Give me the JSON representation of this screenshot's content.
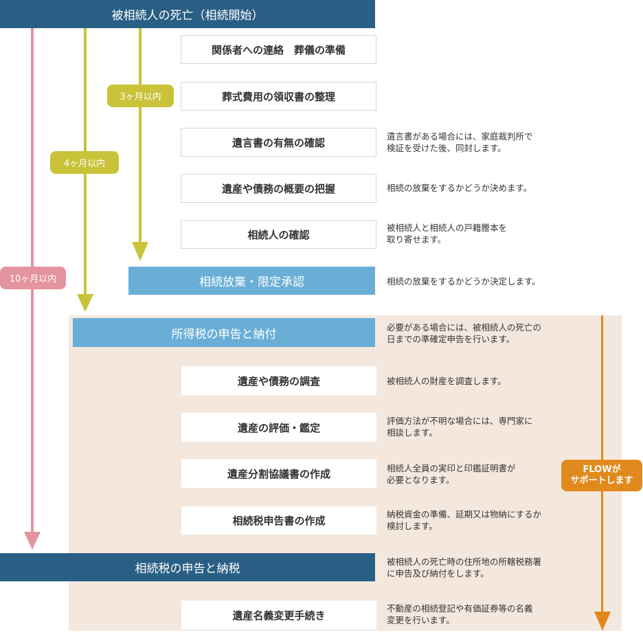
{
  "colors": {
    "dark_band": "#2a5f85",
    "light_band": "#6aaed6",
    "beige_area": "#f4e8de",
    "pink": "#e3949c",
    "olive": "#c9c33a",
    "orange": "#e08a1e"
  },
  "start": {
    "label": "被相続人の死亡（相続開始）"
  },
  "deadlines": [
    {
      "label": "3ヶ月以内",
      "color": "olive"
    },
    {
      "label": "4ヶ月以内",
      "color": "olive"
    },
    {
      "label": "10ヶ月以内",
      "color": "pink"
    }
  ],
  "steps": [
    {
      "label": "関係者への連絡　葬儀の準備",
      "note": ""
    },
    {
      "label": "葬式費用の領収書の整理",
      "note": ""
    },
    {
      "label": "遺言書の有無の確認",
      "note": "遺言書がある場合には、家庭裁判所で\n検証を受けた後、同封します。"
    },
    {
      "label": "遺産や債務の概要の把握",
      "note": "相続の放棄をするかどうか決めます。"
    },
    {
      "label": "相続人の確認",
      "note": "被相続人と相続人の戸籍謄本を\n取り寄せます。"
    }
  ],
  "milestone_renounce": {
    "label": "相続放棄・限定承認",
    "note": "相続の放棄をするかどうか決定します。"
  },
  "milestone_income_tax": {
    "label": "所得税の申告と納付",
    "note": "必要がある場合には、被相続人の死亡の\n日までの準確定申告を行います。"
  },
  "support_steps": [
    {
      "label": "遺産や債務の調査",
      "note": "被相続人の財産を調査します。"
    },
    {
      "label": "遺産の評価・鑑定",
      "note": "評価方法が不明な場合には、専門家に\n相談します。"
    },
    {
      "label": "遺産分割協議書の作成",
      "note": "相続人全員の実印と印鑑証明書が\n必要となります。"
    },
    {
      "label": "相続税申告書の作成",
      "note": "納税資金の準備、延期又は物納にするか\n検討します。"
    }
  ],
  "milestone_inheritance_tax": {
    "label": "相続税の申告と納税",
    "note": "被相続人の死亡時の住所地の所轄税務署\nに申告及び納付をします。"
  },
  "final_step": {
    "label": "遺産名義変更手続き",
    "note": "不動産の相続登記や有価証券等の名義\n変更を行います。"
  },
  "flow_badge": {
    "label": "FLOWが\nサポートします"
  }
}
